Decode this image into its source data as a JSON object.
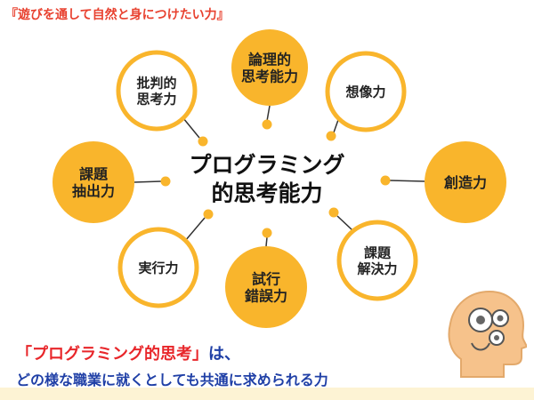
{
  "header": {
    "title": "『遊びを通して自然と身につけたい力』"
  },
  "center": {
    "line1": "プログラミング",
    "line2": "的思考能力"
  },
  "nodes": [
    {
      "id": "logical",
      "style": "filled",
      "lines": [
        "論理的",
        "思考能力"
      ]
    },
    {
      "id": "imagination",
      "style": "outline",
      "lines": [
        "想像力"
      ]
    },
    {
      "id": "creativity",
      "style": "filled",
      "lines": [
        "創造力"
      ]
    },
    {
      "id": "problem-solving",
      "style": "outline",
      "lines": [
        "課題",
        "解決力"
      ]
    },
    {
      "id": "trial-error",
      "style": "filled",
      "lines": [
        "試行",
        "錯誤力"
      ]
    },
    {
      "id": "execution",
      "style": "outline",
      "lines": [
        "実行力"
      ]
    },
    {
      "id": "problem-extraction",
      "style": "filled",
      "lines": [
        "課題",
        "抽出力"
      ]
    },
    {
      "id": "critical",
      "style": "outline",
      "lines": [
        "批判的",
        "思考力"
      ]
    }
  ],
  "footer": {
    "line1_red": "「プログラミング的思考」",
    "line1_blue": "は、",
    "line2": "どの様な職業に就くとしても共通に求められる力"
  },
  "colors": {
    "accent": "#f9b52c",
    "outline_fill": "#ffffff",
    "connector": "#333333",
    "header_red": "#e8412f",
    "footer_red": "#e8262a",
    "footer_blue": "#1f3fa6",
    "footer_band": "#fdf3d4"
  },
  "icons": [
    "head-gears-icon"
  ]
}
